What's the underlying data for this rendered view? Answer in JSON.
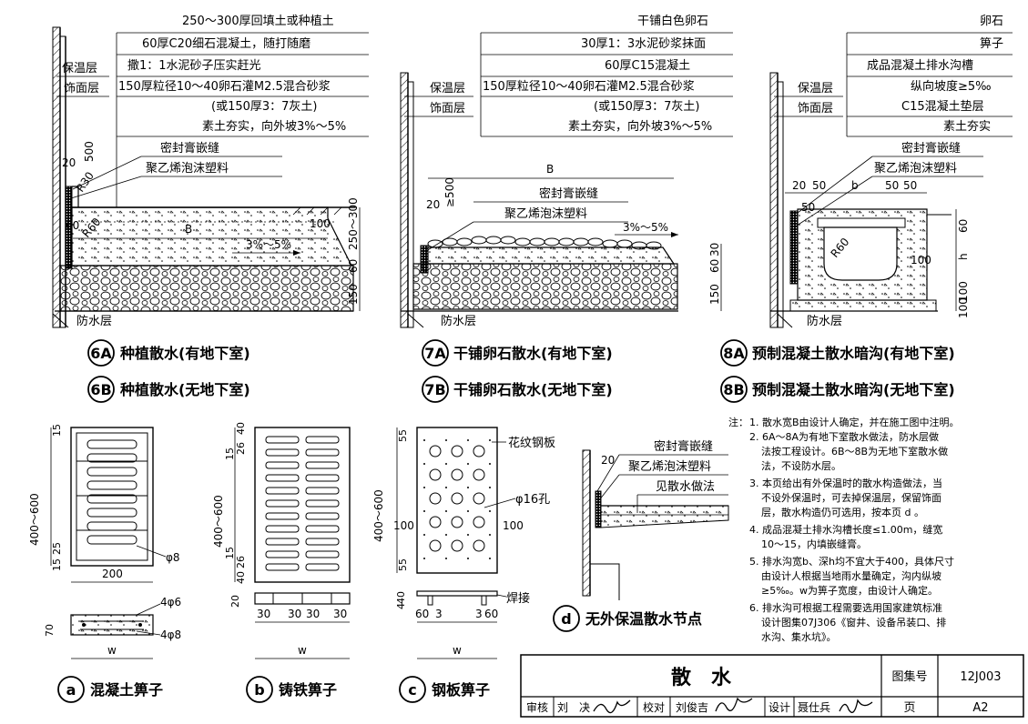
{
  "detail_6": {
    "layers": [
      "250～300厚回填土或种植土",
      "60厚C20细石混凝土，随打随磨",
      "撒1：1水泥砂子压实赶光",
      "150厚粒径10～40卵石灌M2.5混合砂浆",
      "(或150厚3：7灰土)",
      "素土夯实，向外坡3%～5%"
    ],
    "left_labels": [
      "保温层",
      "饰面层"
    ],
    "bottom_label": "防水层",
    "callouts": [
      "密封膏嵌缝",
      "聚乙烯泡沫塑料"
    ],
    "dims": {
      "d500": "500",
      "d20": "20",
      "r30": "R30",
      "r60": "R60",
      "d60": "60",
      "b": "B",
      "d100": "100",
      "slope": "3%～5%",
      "d250": "250～300",
      "d60v": "60",
      "d150": "150"
    },
    "title_a": {
      "code": "6A",
      "text": "种植散水(有地下室)"
    },
    "title_b": {
      "code": "6B",
      "text": "种植散水(无地下室)"
    }
  },
  "detail_7": {
    "layers": [
      "干铺白色卵石",
      "30厚1：3水泥砂浆抹面",
      "60厚C15混凝土",
      "150厚粒径10～40卵石灌M2.5混合砂浆",
      "(或150厚3：7灰土)",
      "素土夯实，向外坡3%～5%"
    ],
    "left_labels": [
      "保温层",
      "饰面层"
    ],
    "bottom_label": "防水层",
    "callouts": [
      "密封膏嵌缝",
      "聚乙烯泡沫塑料"
    ],
    "dims": {
      "b": "B",
      "d20": "20",
      "d500": "≥500",
      "slope": "3%～5%",
      "d30": "30",
      "d60": "60",
      "d150": "150"
    },
    "title_a": {
      "code": "7A",
      "text": "干铺卵石散水(有地下室)"
    },
    "title_b": {
      "code": "7B",
      "text": "干铺卵石散水(无地下室)"
    }
  },
  "detail_8": {
    "layers": [
      "卵石",
      "箅子",
      "成品混凝土排水沟槽",
      "纵向坡度≥5‰",
      "C15混凝土垫层",
      "素土夯实"
    ],
    "left_labels": [
      "保温层",
      "饰面层"
    ],
    "bottom_label": "防水层",
    "callouts": [
      "密封膏嵌缝",
      "聚乙烯泡沫塑料"
    ],
    "dims": {
      "d20": "20",
      "d50a": "50",
      "b": "b",
      "d50b": "50",
      "d50c": "50",
      "d50d": "50",
      "r60": "R60",
      "d60": "60",
      "h": "h",
      "d100": "100",
      "d100v": "100",
      "d100h": "100"
    },
    "title_a": {
      "code": "8A",
      "text": "预制混凝土散水暗沟(有地下室)"
    },
    "title_b": {
      "code": "8B",
      "text": "预制混凝土散水暗沟(无地下室)"
    }
  },
  "grate_a": {
    "dims": {
      "h": "400～600",
      "d15a": "15",
      "d25": "25",
      "d15b": "15",
      "w": "200",
      "phi8": "φ8",
      "phi6": "4φ6",
      "phi8b": "4φ8",
      "d70": "70",
      "wl": "w"
    },
    "title": {
      "code": "a",
      "text": "混凝土箅子"
    }
  },
  "grate_b": {
    "dims": {
      "h": "400～600",
      "d40a": "40",
      "d26a": "26",
      "d15a": "15",
      "d15b": "15",
      "d26b": "26",
      "d40b": "40",
      "d20": "20",
      "d30a": "30",
      "d30b": "30",
      "d30c": "30",
      "d30d": "30",
      "wl": "w"
    },
    "title": {
      "code": "b",
      "text": "铸铁箅子"
    }
  },
  "grate_c": {
    "dims": {
      "h": "400～600",
      "d55a": "55",
      "d55b": "55",
      "d100a": "100",
      "d100b": "100",
      "d40": "40",
      "d4": "4",
      "d60a": "60",
      "d3a": "3",
      "d3b": "3",
      "d60b": "60",
      "wl": "w"
    },
    "labels": [
      "花纹钢板",
      "φ16孔",
      "焊接"
    ],
    "title": {
      "code": "c",
      "text": "钢板箅子"
    }
  },
  "detail_d": {
    "labels": [
      "密封膏嵌缝",
      "聚乙烯泡沫塑料",
      "见散水做法"
    ],
    "dim": "20",
    "title": {
      "code": "d",
      "text": "无外保温散水节点"
    }
  },
  "notes": {
    "head": "注：",
    "lines": [
      "1. 散水宽B由设计人确定，并在施工图中注明。",
      "2. 6A～8A为有地下室散水做法，防水层做",
      "法按工程设计。6B～8B为无地下室散水做",
      "法，不设防水层。",
      "3. 本页给出有外保温时的散水构造做法，当",
      "不设外保温时，可去掉保温层，保留饰面",
      "层，散水构造仍可选用，按本页 d 。",
      "4. 成品混凝土排水沟槽长度≤1.00m，缝宽",
      "10～15，内填嵌缝膏。",
      "5. 排水沟宽b、深h均不宜大于400，具体尺寸",
      "由设计人根据当地雨水量确定，沟内纵坡",
      "≥5‰。w为箅子宽度，由设计人确定。",
      "6. 排水沟可根据工程需要选用国家建筑标准",
      "设计图集07J306《窗井、设备吊装口、排",
      "水沟、集水坑》。"
    ]
  },
  "title_block": {
    "title": "散　水",
    "atlas_label": "图集号",
    "atlas_no": "12J003",
    "review_label": "审核",
    "review_name": "刘　决",
    "check_label": "校对",
    "check_name": "刘俊吉",
    "design_label": "设计",
    "design_name": "聂仕兵",
    "page_label": "页",
    "page_no": "A2"
  }
}
